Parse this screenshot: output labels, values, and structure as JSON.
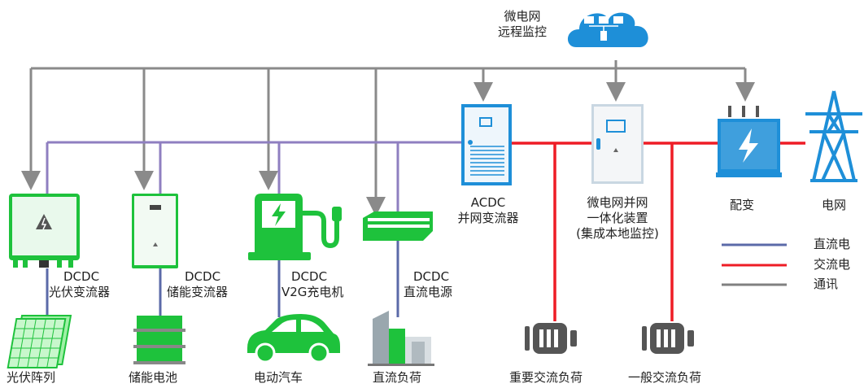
{
  "cloud": {
    "line1": "微电网",
    "line2": "远程监控"
  },
  "devices": {
    "pv_converter": {
      "line1": "DCDC",
      "line2": "光伏变流器"
    },
    "storage_converter": {
      "line1": "DCDC",
      "line2": "储能变流器"
    },
    "v2g_charger": {
      "line1": "DCDC",
      "line2": "V2G充电机"
    },
    "dc_power": {
      "line1": "DCDC",
      "line2": "直流电源"
    },
    "acdc": {
      "line1": "ACDC",
      "line2": "并网变流器"
    },
    "grid_device": {
      "line1": "微电网并网",
      "line2": "一体化装置",
      "line3": "(集成本地监控)"
    },
    "transformer": {
      "label": "配变"
    },
    "grid": {
      "label": "电网"
    }
  },
  "loads": {
    "pv_array": "光伏阵列",
    "battery": "储能电池",
    "ev": "电动汽车",
    "dc_load": "直流负荷",
    "important_ac_load": "重要交流负荷",
    "general_ac_load": "一般交流负荷"
  },
  "legend": [
    {
      "label": "直流电",
      "color": "#5b6aa8"
    },
    {
      "label": "交流电",
      "color": "#ee1c25"
    },
    {
      "label": "通讯",
      "color": "#808080"
    }
  ],
  "colors": {
    "green": "#1ec23c",
    "blue": "#1e8fd8",
    "dc_line": "#8f7fc0",
    "ac_line": "#ee1c25",
    "comm_line": "#8a8a8a"
  }
}
